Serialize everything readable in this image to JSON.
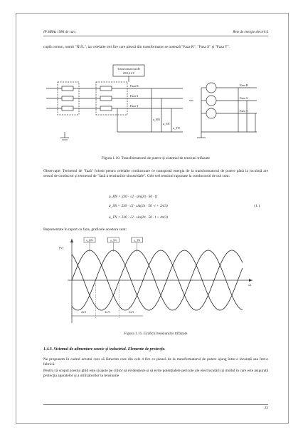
{
  "header": {
    "left": "IP MBAz 1984 de curs",
    "right": "Rete de energie electrică"
  },
  "para1": "cuplă comun, numit \"NUL\", iar celelalte trei fire care pleacă din transformator se notează \"Faza R\", \"Faza S\" și \"Faza T\".",
  "figure1": {
    "box_label_1": "Transformatorul de",
    "box_label_2": "20/0,4 kV",
    "left_labels": [
      "Faza R",
      "Faza S",
      "Faza T"
    ],
    "mid_labels": [
      "u_RN",
      "u_SN",
      "u_TN"
    ],
    "right_labels": [
      "Faza R",
      "Faza S",
      "Faza T"
    ],
    "sau": "sau"
  },
  "caption1": "Figura 1.10.  Transformatorul de putere și sistemul de tensiuni trifazate",
  "para2": "Observație: Termenul de \"fază\" folosit pentru celelalte conductoare ce transportă energia de la transformatorul de putere până la locuință are sensul de conductor și termenul de \"fază a tensiunilor sinusoidale\". Cele trei tensiuni raportate la conductorul de nul sunt:",
  "equations": [
    "u_RN = 230 · √2 · sin(2π · 50 · t)",
    "u_SN = 230 · √2 · sin(2π · 50 · t + 2π/3)",
    "u_TN = 230 · √2 · sin(2π · 50 · t + 4π/3)"
  ],
  "eq_number": "(1.)",
  "para3": "Reprezentate în raport cu faza, graficele acestora sunt:",
  "chart_data": {
    "type": "line",
    "series": [
      {
        "name": "u_RN",
        "amplitude": 325,
        "phase_deg": 0
      },
      {
        "name": "u_SN",
        "amplitude": 325,
        "phase_deg": 120
      },
      {
        "name": "u_TN",
        "amplitude": 325,
        "phase_deg": 240
      }
    ],
    "ylabel": "[V]",
    "xlabel": "ωt",
    "tick_labels": [
      "2π/3",
      "2π/3",
      "2π/3"
    ]
  },
  "caption2": "Figura 1.11.  Graficul tensiunilor trifazate",
  "heading": "1.4.3.  Sistemul de alimentare casnic și industrial. Elemente de protecție.",
  "para4": "Ne propunem în cadrul acestui curs să lămurim care din cele 4 fire ce pleacă de la transformatorul de putere ajung între-o locuință sau într-o fabrică.",
  "para5": "Pentru că scopul acestui ghid este să ajute pe cititor să evidențieze și să evite potențialele pericole ale electrocutării și modul în care este asigurată protecția aparatelor și a utilizatorilor la tensiunile",
  "page_number": "25"
}
